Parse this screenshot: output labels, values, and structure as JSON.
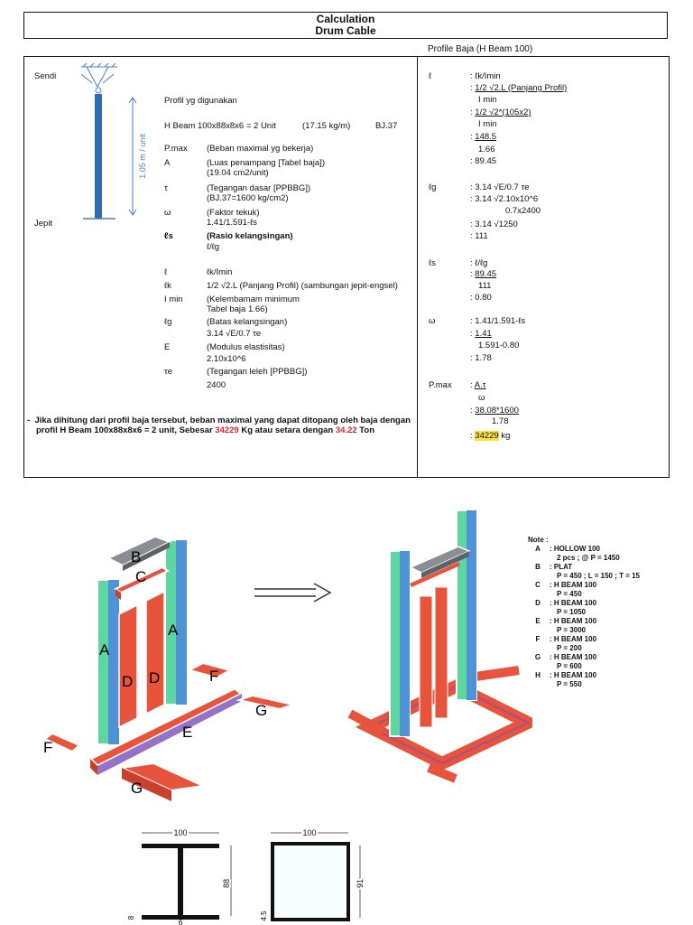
{
  "header": {
    "title": "Calculation",
    "subtitle": "Drum Cable"
  },
  "profile_label": "Profile Baja (H Beam 100)",
  "column_sketch": {
    "top_label": "Sendi",
    "bottom_label": "Jepit",
    "length_label": "1.05 m / unit"
  },
  "left": {
    "intro": "Profil yg digunakan",
    "beam": "H Beam 100x88x8x6 = 2 Unit",
    "weight": "(17.15 kg/m)",
    "grade": "BJ.37",
    "defs": [
      {
        "sym": "P.max",
        "desc": "(Beban maximal yg bekerja)"
      },
      {
        "sym": "A",
        "desc": "(Luas penampang [Tabel baja])"
      },
      {
        "sym": "",
        "desc": "(19.04 cm2/unit)"
      },
      {
        "sym": "τ",
        "desc": "(Tegangan dasar [PPBBG])"
      },
      {
        "sym": "",
        "desc": "(BJ.37=1600 kg/cm2)"
      },
      {
        "sym": "ω",
        "desc": "(Faktor tekuk)"
      },
      {
        "sym": "",
        "desc": "1.41/1.591-ℓs"
      },
      {
        "sym": "ℓs",
        "desc": "(Rasio kelangsingan)"
      },
      {
        "sym": "",
        "desc": "ℓ/ℓg"
      },
      {
        "sym": "ℓ",
        "desc": "ℓk/Imin"
      },
      {
        "sym": "ℓk",
        "desc": "1/2 √2.L (Panjang Profil) (sambungan jepit-engsel)"
      },
      {
        "sym": "I min",
        "desc": "(Kelembamam minimum"
      },
      {
        "sym": "",
        "desc": "Tabel baja 1.66)"
      },
      {
        "sym": "ℓg",
        "desc": "(Batas kelangsingan)"
      },
      {
        "sym": "",
        "desc": "3.14 √E/0.7 τe"
      },
      {
        "sym": "E",
        "desc": "(Modulus elastisitas)"
      },
      {
        "sym": "",
        "desc": "2.10x10^6"
      },
      {
        "sym": "τe",
        "desc": "(Tegangan leleh [PPBBG])"
      },
      {
        "sym": "",
        "desc": "2400"
      }
    ],
    "conclusion_line1": "Jika dihitung dari profil baja tersebut, beban maximal yang dapat ditopang oleh baja dengan",
    "conclusion_line2_a": "profil H Beam 100x88x8x6 = 2 unit, Sebesar ",
    "conclusion_kg": "34229",
    "conclusion_line2_b": " Kg atau setara dengan ",
    "conclusion_ton": "34.22",
    "conclusion_line2_c": " Ton"
  },
  "right": {
    "sym_l": "ℓ",
    "l_lines": [
      ": ℓk/Imin",
      ": 1/2 √2.L (Panjang Profil)",
      "I min",
      ": 1/2 √2*(105x2)",
      "I min",
      ": 148.5",
      "1.66",
      ": 89.45"
    ],
    "sym_lg": "ℓg",
    "lg_lines": [
      ": 3.14 √E/0.7 τe",
      ": 3.14 √2.10x10^6",
      "0.7x2400",
      ": 3.14 √1250",
      ": 111"
    ],
    "sym_ls": "ℓs",
    "ls_lines": [
      ": ℓ/ℓg",
      ": 89.45",
      "111",
      ": 0.80"
    ],
    "sym_w": "ω",
    "w_lines": [
      ": 1.41/1.591-ℓs",
      ": 1.41",
      "1.591-0.80",
      ": 1.78"
    ],
    "sym_p": "P.max",
    "p_lines": [
      ": A.τ",
      "ω",
      ": 38.08*1600",
      "1.78"
    ],
    "p_result": "34229",
    "p_unit": "kg"
  },
  "diagram": {
    "labels": {
      "A": "A",
      "B": "B",
      "C": "C",
      "D": "D",
      "E": "E",
      "F": "F",
      "G": "G"
    },
    "colors": {
      "red": "#e8533c",
      "green": "#5ed6a2",
      "blue": "#4f93d6",
      "grey": "#8a8e93",
      "purple": "#7a4fb8"
    }
  },
  "notes": {
    "title": "Note :",
    "items": [
      {
        "letter": "A",
        "lines": [
          ": HOLLOW 100",
          "2 pcs ; @ P = 1450"
        ]
      },
      {
        "letter": "B",
        "lines": [
          ": PLAT",
          "P = 450 ; L = 150 ; T = 15"
        ]
      },
      {
        "letter": "C",
        "lines": [
          ": H BEAM 100",
          "P = 450"
        ]
      },
      {
        "letter": "D",
        "lines": [
          ": H BEAM 100",
          "P = 1050"
        ]
      },
      {
        "letter": "E",
        "lines": [
          ": H BEAM 100",
          "P = 3000"
        ]
      },
      {
        "letter": "F",
        "lines": [
          ": H BEAM 100",
          "P = 200"
        ]
      },
      {
        "letter": "G",
        "lines": [
          ": H BEAM 100",
          "P = 600"
        ]
      },
      {
        "letter": "H",
        "lines": [
          ": H BEAM 100",
          "P = 550"
        ]
      }
    ]
  },
  "sections": {
    "hbeam": {
      "width": "100",
      "height": "88",
      "flange": "8",
      "web": "6",
      "unit": "mm"
    },
    "hollow": {
      "width": "100",
      "height": "91",
      "thick": "4.5",
      "unit": "mm"
    }
  }
}
